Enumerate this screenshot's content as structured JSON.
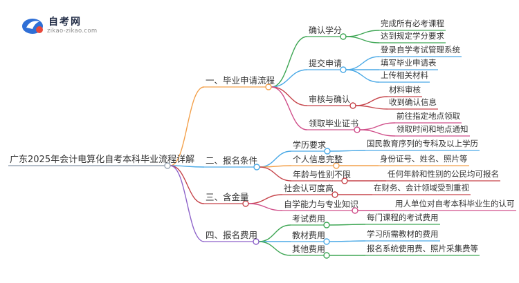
{
  "logo": {
    "title": "自考网",
    "subtitle": "zikao-zikao.com"
  },
  "colors": {
    "branch1": "#f3a04a",
    "branch2": "#4aa9e6",
    "branch3": "#c6454b",
    "branch4": "#8d62c9",
    "b1_c1": "#3ea654",
    "b1_c2": "#4aa9e6",
    "b1_c3": "#c6454b",
    "b1_c4": "#d04f8a",
    "b2_c1": "#4aa9e6",
    "b2_c2": "#f3a04a",
    "b2_c3": "#c6454b",
    "b3_c1": "#c6454b",
    "b3_c2": "#d04f8a",
    "b4_c1": "#3ea654",
    "b4_c2": "#4aa9e6",
    "b4_c3": "#3ea654"
  },
  "root": {
    "label": "广东2025年会计电算化自考本科毕业流程详解"
  },
  "branches": [
    {
      "label": "一、毕业申请流程",
      "children": [
        {
          "label": "确认学分",
          "children": [
            "完成所有必考课程",
            "达到规定学分要求"
          ]
        },
        {
          "label": "提交申请",
          "children": [
            "登录自学考试管理系统",
            "填写毕业申请表",
            "上传相关材料"
          ]
        },
        {
          "label": "审核与确认",
          "children": [
            "材料审核",
            "收到确认信息"
          ]
        },
        {
          "label": "领取毕业证书",
          "children": [
            "前往指定地点领取",
            "领取时间和地点通知"
          ]
        }
      ]
    },
    {
      "label": "二、报名条件",
      "children": [
        {
          "label": "学历要求",
          "children": [
            "国民教育序列的专科及以上学历"
          ]
        },
        {
          "label": "个人信息完整",
          "children": [
            "身份证号、姓名、照片等"
          ]
        },
        {
          "label": "年龄与性别不限",
          "children": [
            "任何年龄和性别的公民均可报名"
          ]
        }
      ]
    },
    {
      "label": "三、含金量",
      "children": [
        {
          "label": "社会认可度高",
          "children": [
            "在财务、会计领域受到重视"
          ]
        },
        {
          "label": "自学能力与专业知识",
          "children": [
            "用人单位对自考本科毕业生的认可"
          ]
        }
      ]
    },
    {
      "label": "四、报名费用",
      "children": [
        {
          "label": "考试费用",
          "children": [
            "每门课程的考试费用"
          ]
        },
        {
          "label": "教材费用",
          "children": [
            "学习所需教材的费用"
          ]
        },
        {
          "label": "其他费用",
          "children": [
            "报名系统使用费、照片采集费等"
          ]
        }
      ]
    }
  ]
}
